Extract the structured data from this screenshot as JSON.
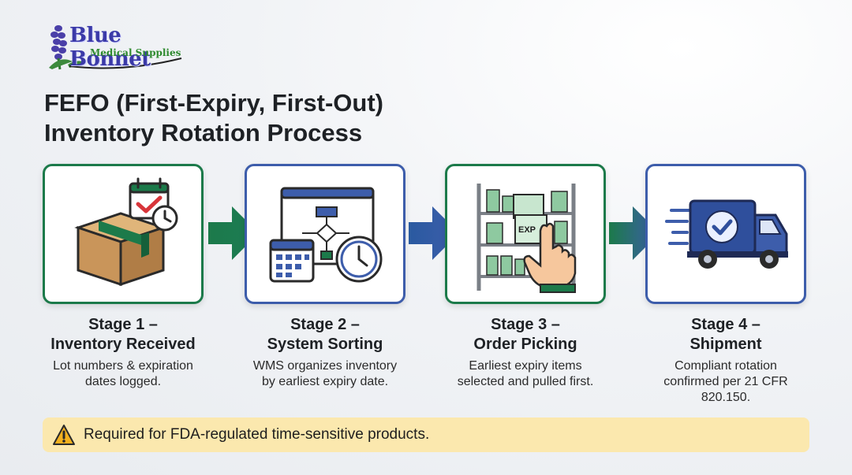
{
  "logo": {
    "line1": "Blue Bonnet",
    "line2": "Medical Supplies"
  },
  "title": {
    "line1": "FEFO (First-Expiry, First-Out)",
    "line2": "Inventory Rotation Process"
  },
  "stages": [
    {
      "title1": "Stage 1 –",
      "title2": "Inventory Received",
      "desc1": "Lot numbers & expiration",
      "desc2": "dates logged.",
      "desc3": "",
      "icon": "box-calendar-clock-icon"
    },
    {
      "title1": "Stage 2 –",
      "title2": "System Sorting",
      "desc1": "WMS organizes inventory",
      "desc2": "by earliest expiry date.",
      "desc3": "",
      "icon": "flowchart-calendar-clock-icon",
      "label": ""
    },
    {
      "title1": "Stage 3 –",
      "title2": "Order Picking",
      "desc1": "Earliest expiry items",
      "desc2": "selected and pulled first.",
      "desc3": "",
      "icon": "shelf-hand-pick-icon",
      "label": "EXP"
    },
    {
      "title1": "Stage 4 –",
      "title2": "Shipment",
      "desc1": "Compliant rotation",
      "desc2": "confirmed per 21 CFR",
      "desc3": "820.150.",
      "icon": "truck-check-icon"
    }
  ],
  "banner": {
    "text": "Required for FDA-regulated time-sensitive products.",
    "icon": "warning-icon"
  },
  "colors": {
    "green": "#1c7a4a",
    "blue": "#3d5dab",
    "banner": "#fbe8ae"
  }
}
